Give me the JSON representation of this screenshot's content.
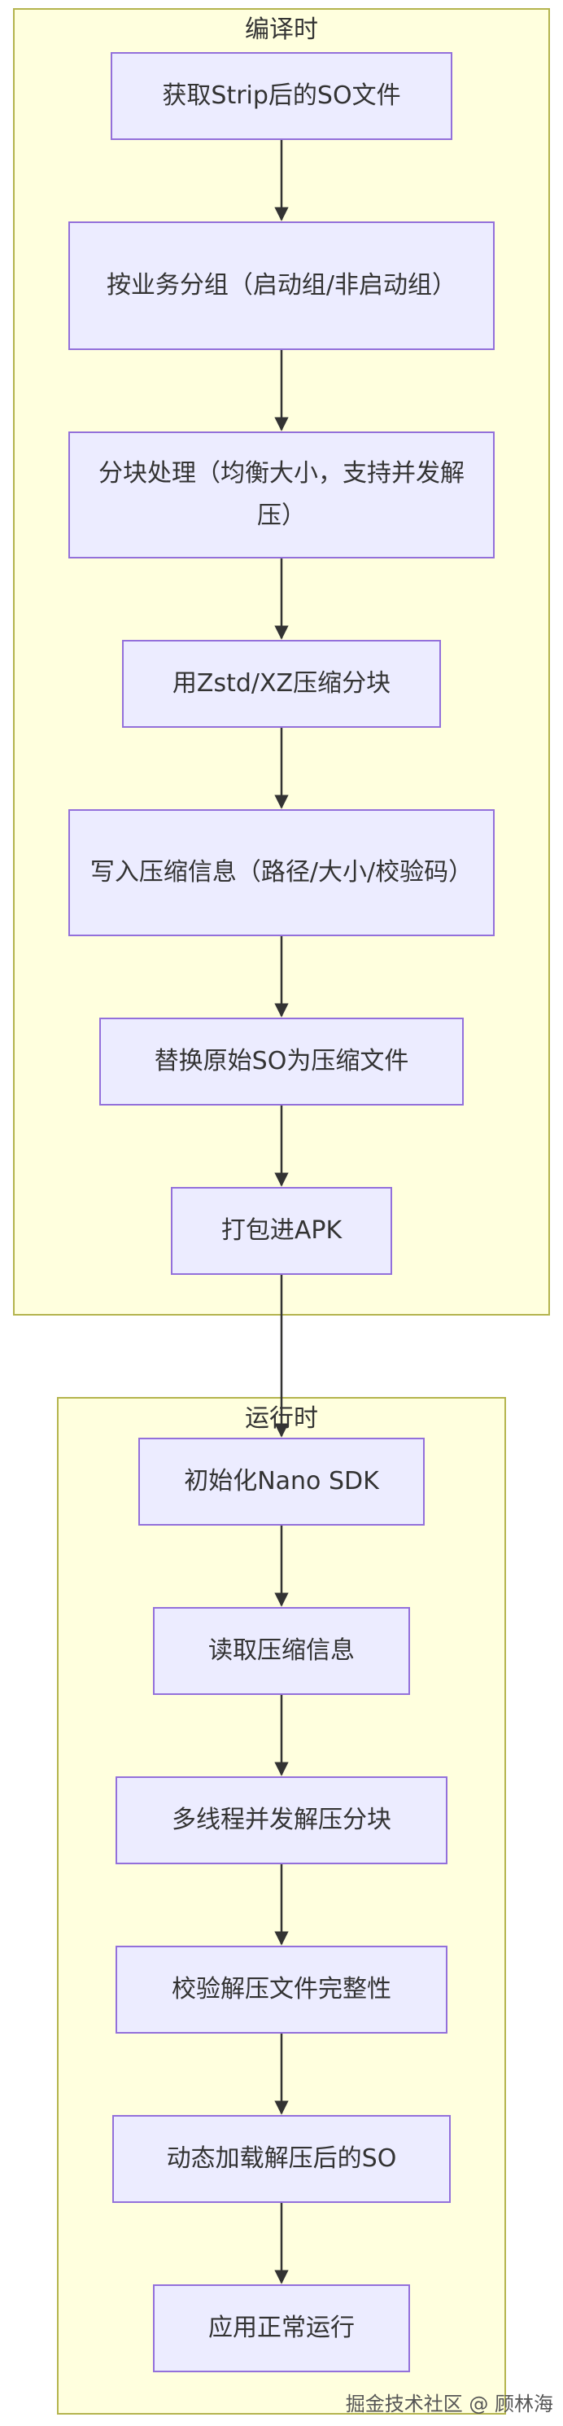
{
  "groups": {
    "compile": {
      "title": "编译时",
      "nodes": [
        {
          "label": "获取Strip后的SO文件"
        },
        {
          "label": "按业务分组（启动组/非启动组）"
        },
        {
          "label": "分块处理（均衡大小，支持并发解压）"
        },
        {
          "label": "用Zstd/XZ压缩分块"
        },
        {
          "label": "写入压缩信息（路径/大小/校验码）"
        },
        {
          "label": "替换原始SO为压缩文件"
        },
        {
          "label": "打包进APK"
        }
      ]
    },
    "runtime": {
      "title": "运行时",
      "nodes": [
        {
          "label": "初始化Nano SDK"
        },
        {
          "label": "读取压缩信息"
        },
        {
          "label": "多线程并发解压分块"
        },
        {
          "label": "校验解压文件完整性"
        },
        {
          "label": "动态加载解压后的SO"
        },
        {
          "label": "应用正常运行"
        }
      ]
    }
  },
  "colors": {
    "node_fill": "#ececff",
    "node_stroke": "#9370db",
    "group_fill": "#ffffde",
    "group_stroke": "#b4b44e",
    "edge": "#333333"
  },
  "watermark": "掘金技术社区 @ 顾林海"
}
